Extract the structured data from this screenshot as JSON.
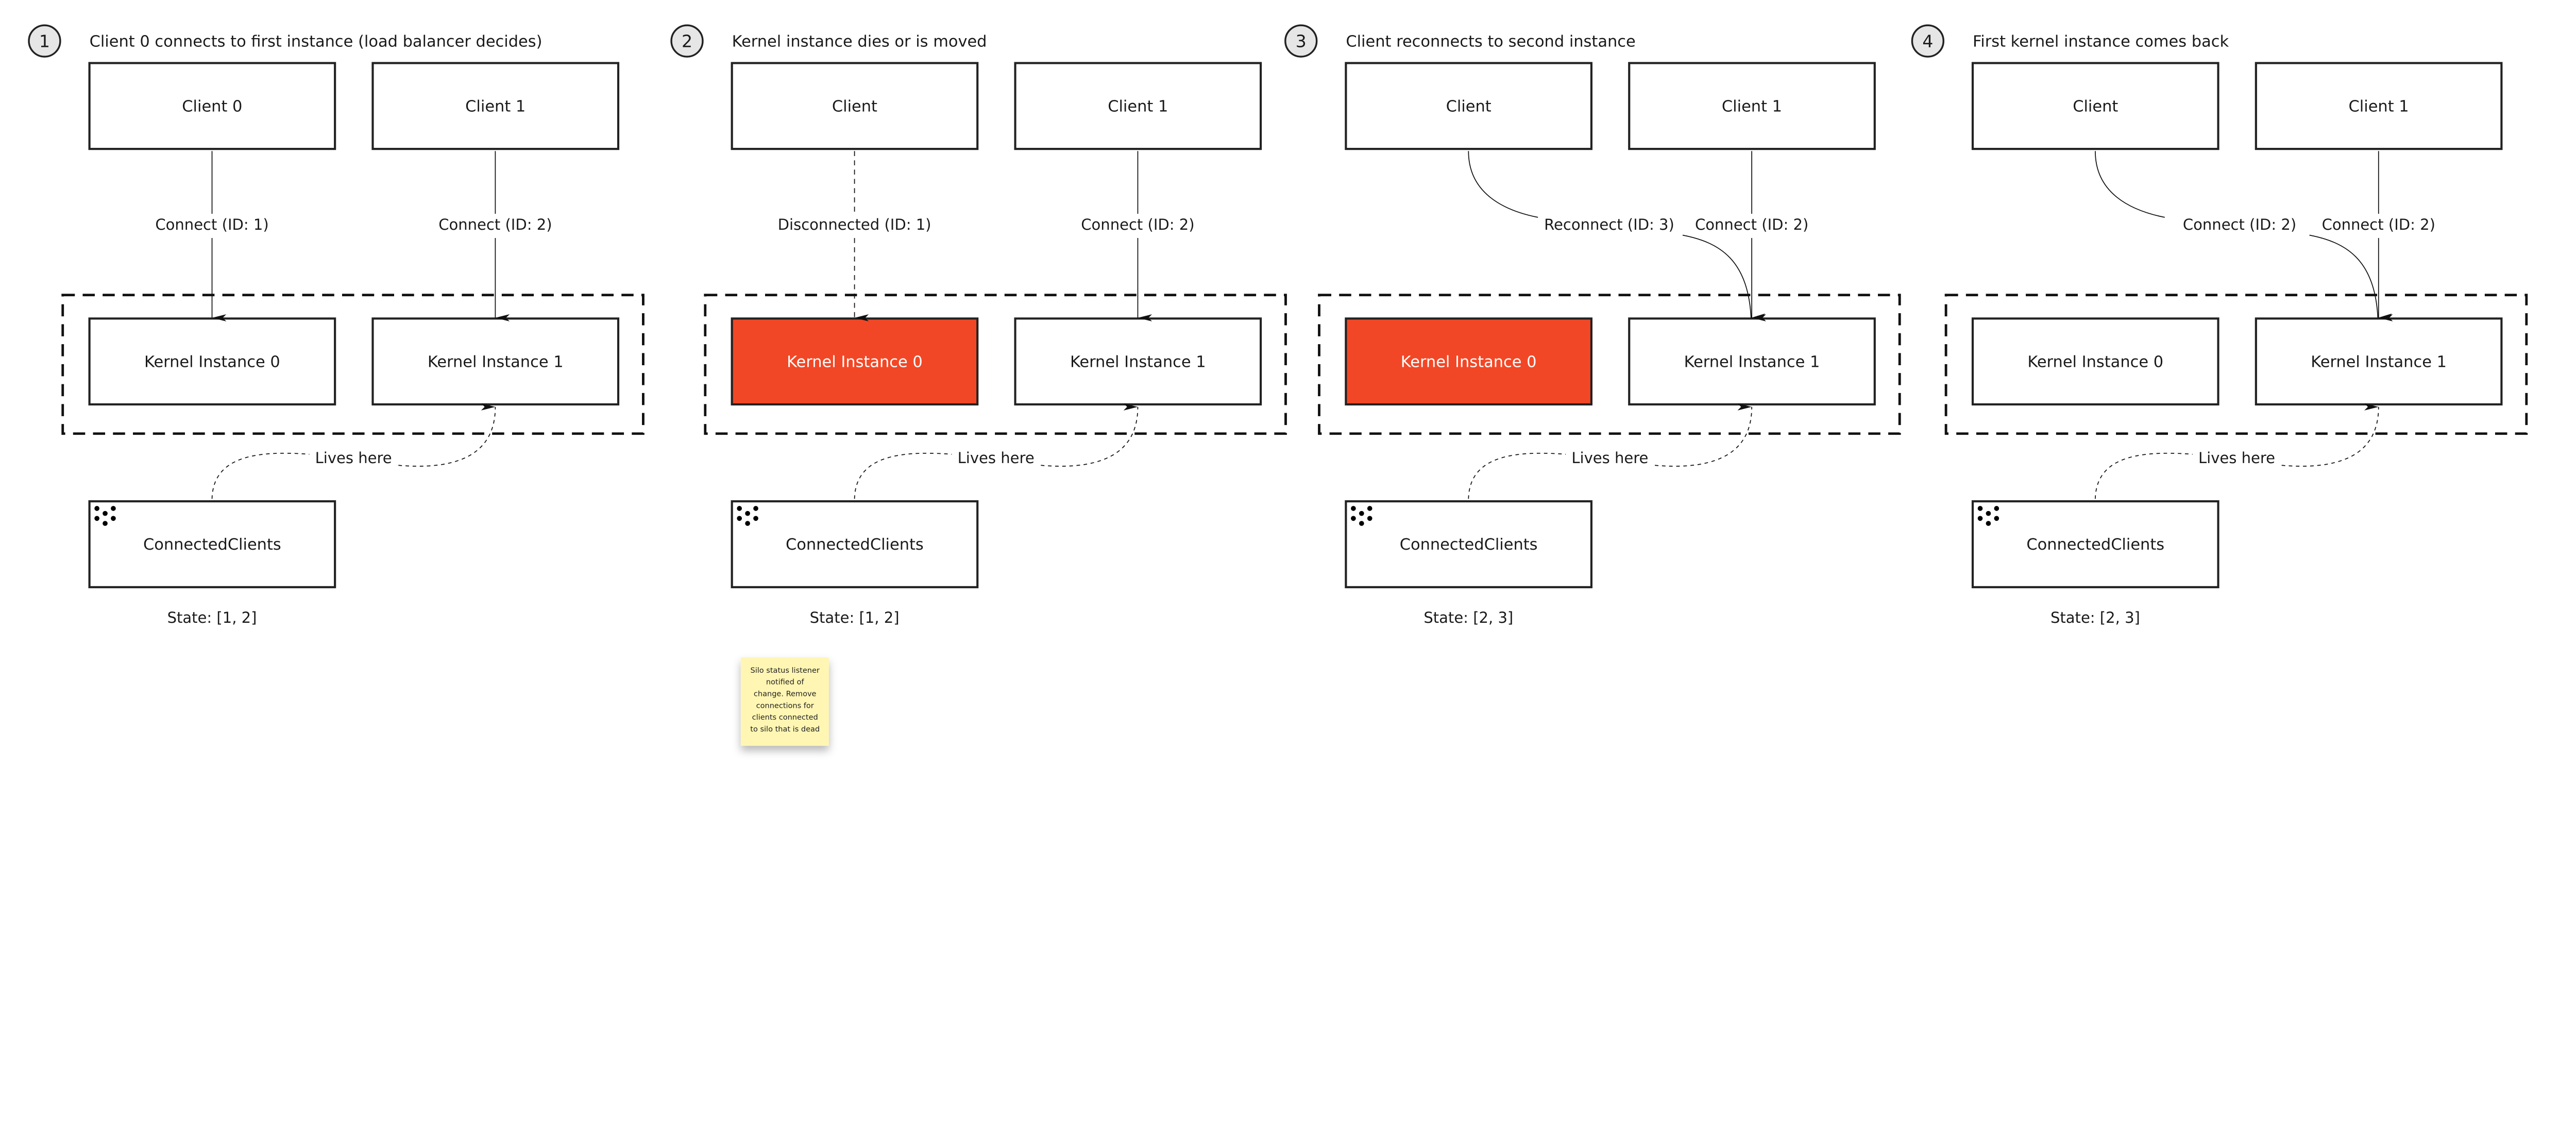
{
  "colors": {
    "dead_instance_fill": "#f24726",
    "dead_instance_text": "#ffffff",
    "box_stroke": "#222222",
    "step_circle_fill": "#e6e6e6",
    "sticky_fill": "#fff6b3"
  },
  "panels": [
    {
      "step": "1",
      "title": "Client 0 connects to first instance (load balancer decides)",
      "client_a": "Client 0",
      "client_b": "Client 1",
      "edge_a": {
        "label": "Connect (ID: 1)",
        "style": "straight-solid"
      },
      "edge_b": {
        "label": "Connect (ID: 2)",
        "style": "straight-solid"
      },
      "kernel_0": {
        "label": "Kernel Instance 0",
        "dead": false
      },
      "kernel_1": {
        "label": "Kernel Instance 1",
        "dead": false
      },
      "lives_here": "Lives here",
      "grain": "ConnectedClients",
      "grain_icon": "dots-grid-icon",
      "state": "State: [1, 2]"
    },
    {
      "step": "2",
      "title": "Kernel instance dies or is moved",
      "client_a": "Client",
      "client_b": "Client 1",
      "edge_a": {
        "label": "Disconnected (ID: 1)",
        "style": "straight-dashed"
      },
      "edge_b": {
        "label": "Connect (ID: 2)",
        "style": "straight-solid"
      },
      "kernel_0": {
        "label": "Kernel Instance 0",
        "dead": true
      },
      "kernel_1": {
        "label": "Kernel Instance 1",
        "dead": false
      },
      "lives_here": "Lives here",
      "grain": "ConnectedClients",
      "grain_icon": "dots-grid-icon",
      "state": "State: [1, 2]",
      "sticky_note": [
        "Silo status listener",
        "notified of",
        "change. Remove",
        "connections for",
        "clients connected",
        "to silo that is dead"
      ]
    },
    {
      "step": "3",
      "title": "Client reconnects to second instance",
      "client_a": "Client",
      "client_b": "Client 1",
      "edge_a": {
        "label": "Reconnect (ID: 3)",
        "style": "curved-solid"
      },
      "edge_b": {
        "label": "Connect (ID: 2)",
        "style": "straight-solid"
      },
      "kernel_0": {
        "label": "Kernel Instance 0",
        "dead": true
      },
      "kernel_1": {
        "label": "Kernel Instance 1",
        "dead": false
      },
      "lives_here": "Lives here",
      "grain": "ConnectedClients",
      "grain_icon": "dots-grid-icon",
      "state": "State: [2, 3]"
    },
    {
      "step": "4",
      "title": "First kernel instance comes back",
      "client_a": "Client",
      "client_b": "Client 1",
      "edge_a": {
        "label": "Connect (ID: 2)",
        "style": "curved-solid"
      },
      "edge_b": {
        "label": "Connect (ID: 2)",
        "style": "straight-solid"
      },
      "kernel_0": {
        "label": "Kernel Instance 0",
        "dead": false
      },
      "kernel_1": {
        "label": "Kernel Instance 1",
        "dead": false
      },
      "lives_here": "Lives here",
      "grain": "ConnectedClients",
      "grain_icon": "dots-grid-icon",
      "state": "State: [2, 3]"
    }
  ]
}
